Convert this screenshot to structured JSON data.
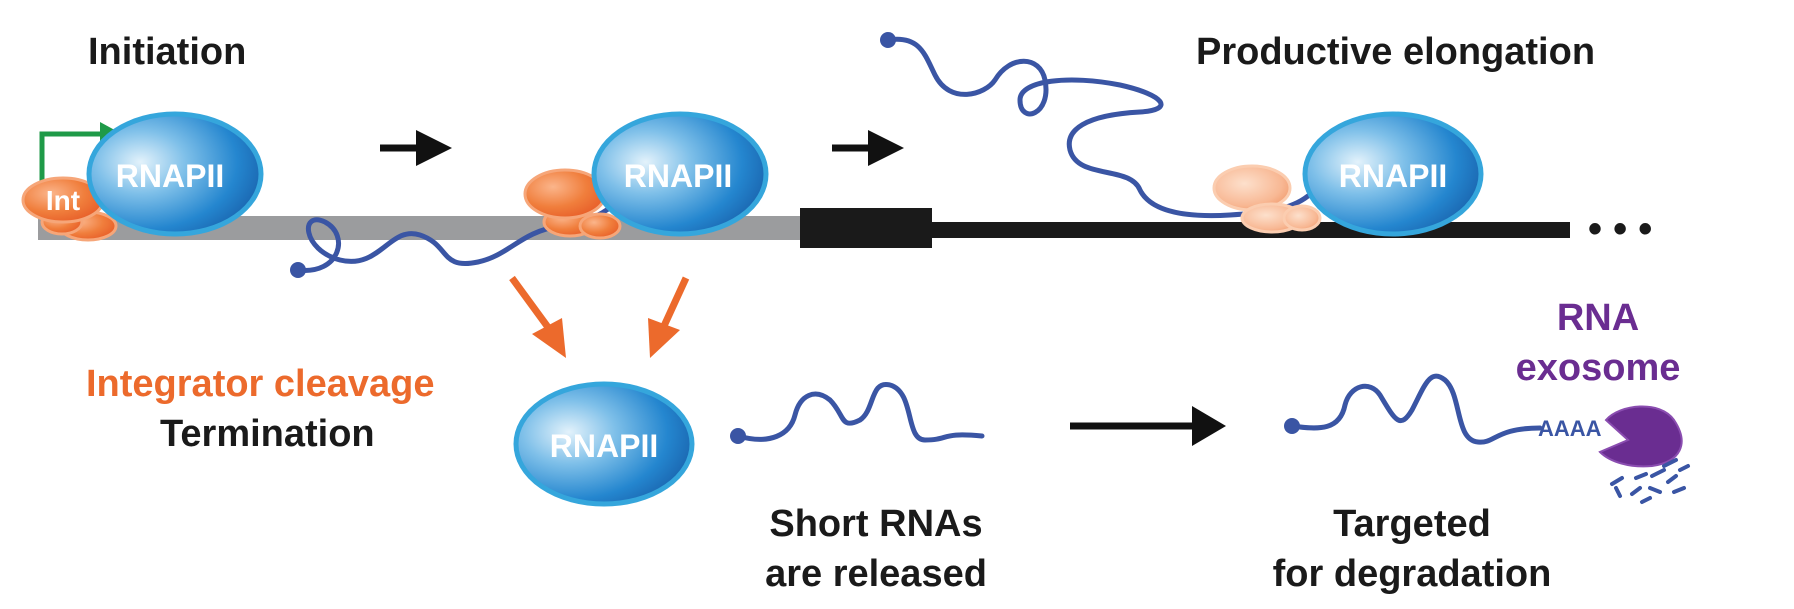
{
  "labels": {
    "initiation": "Initiation",
    "productive_elongation": "Productive elongation",
    "integrator_cleavage": "Integrator cleavage",
    "termination": "Termination",
    "short_rnas_line1": "Short RNAs",
    "short_rnas_line2": "are released",
    "targeted_line1": "Targeted",
    "targeted_line2": "for degradation",
    "rna_exosome_line1": "RNA",
    "rna_exosome_line2": "exosome"
  },
  "polymerase_label": "RNAPII",
  "integrator_label": "Int",
  "polya_label": "AAAA",
  "ellipsis": "• • •",
  "colors": {
    "text": "#1a1a1a",
    "integrator": "#ec6a2c",
    "exosome": "#6a2d91",
    "rna": "#3a55a4",
    "polymerase_edge": "#35a6dc",
    "promoter_arrow": "#1f9a48"
  }
}
